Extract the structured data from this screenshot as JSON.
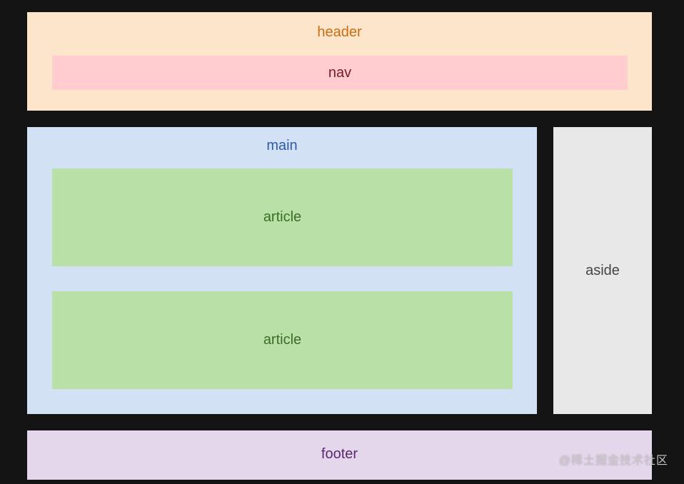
{
  "header": {
    "label": "header",
    "color": "#fde5cc"
  },
  "nav": {
    "label": "nav",
    "color": "#ffcdd0"
  },
  "main": {
    "label": "main",
    "color": "#d3e1f5",
    "articles": [
      {
        "label": "article",
        "color": "#b9e0a6"
      },
      {
        "label": "article",
        "color": "#b9e0a6"
      }
    ]
  },
  "aside": {
    "label": "aside",
    "color": "#e8e8e8"
  },
  "footer": {
    "label": "footer",
    "color": "#e4d6eb"
  },
  "watermark": {
    "text": "@稀土掘金技术社区"
  },
  "colors": {
    "background": "#141414",
    "header_text": "#c96d12",
    "nav_text": "#7a1a24",
    "main_text": "#2e5aa8",
    "article_text": "#3c6e2a",
    "aside_text": "#444444",
    "footer_text": "#5a2a6e"
  }
}
